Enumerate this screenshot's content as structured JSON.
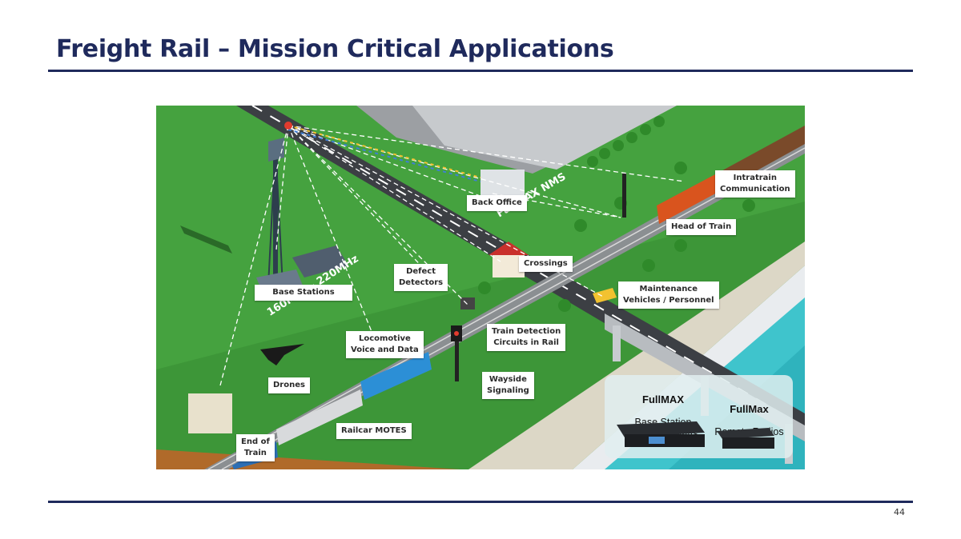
{
  "header": {
    "title": "Freight Rail – Mission Critical Applications"
  },
  "footer": {
    "page_number": "44"
  },
  "diagram": {
    "callouts": {
      "back_office": "Back Office",
      "intratrain": "Intratrain\nCommunication",
      "head_of_train": "Head of Train",
      "crossings": "Crossings",
      "defect_detectors": "Defect\nDetectors",
      "base_stations": "Base Stations",
      "maintenance": "Maintenance\nVehicles / Personnel",
      "train_detection": "Train Detection\nCircuits in Rail",
      "locomotive": "Locomotive\nVoice and Data",
      "wayside": "Wayside\nSignaling",
      "drones": "Drones",
      "railcar_motes": "Railcar MOTES",
      "end_of_train": "End of\nTrain"
    },
    "overlay_text": {
      "nms_text": "FullMAX NMS",
      "mhz_text": "160MHz - 220MHz"
    },
    "equipment": {
      "base_station_title": "FullMAX",
      "base_station_subtitle": "Base Station\nup to 100 Watts",
      "remote_title": "FullMax",
      "remote_subtitle": "Remote Radios"
    }
  },
  "colors": {
    "title_navy": "#1f2a5c",
    "grass": "#3f9a3a",
    "grass_dark": "#2f7a2e",
    "road": "#3c3f44",
    "water": "#3fc4cc",
    "locomotive_orange": "#d9541e",
    "locomotive_blue": "#2c8fd6"
  }
}
